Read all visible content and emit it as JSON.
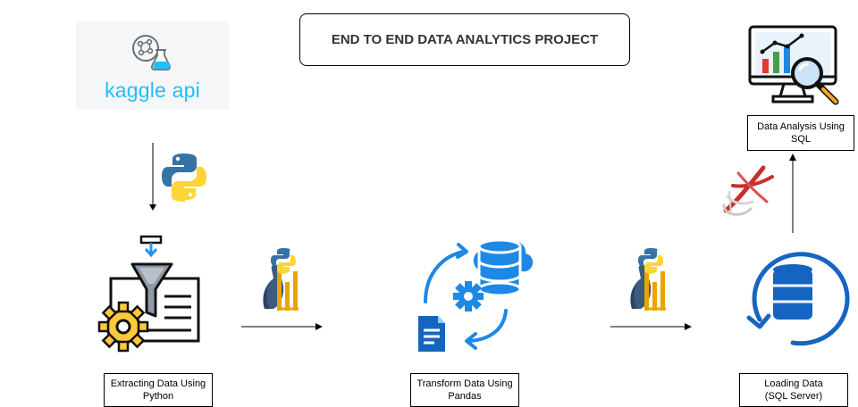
{
  "title": "END TO END DATA ANALYTICS PROJECT",
  "kaggle": {
    "text": "kaggle api"
  },
  "steps": {
    "extract": "Extracting Data Using\nPython",
    "transform": "Transform Data Using\nPandas",
    "load": "Loading Data\n(SQL Server)",
    "analysis": "Data Analysis Using\nSQL"
  },
  "icons": {
    "kaggle": "kaggle-logo-icon",
    "python": "python-logo-icon",
    "pandas": "pandas-logo-icon",
    "extract": "funnel-gear-document-icon",
    "transform": "database-cloud-cycle-icon",
    "load": "database-refresh-icon",
    "sqlserver": "sql-server-logo-icon",
    "analysis": "monitor-chart-magnifier-icon"
  },
  "colors": {
    "kaggle_blue": "#20beff",
    "python_blue": "#3673a5",
    "python_yellow": "#ffd43b",
    "pandas_navy": "#150458",
    "pandas_yellow": "#ffca00",
    "flow_blue": "#1e88e5",
    "load_blue": "#1565c0",
    "sql_red": "#c8302c"
  }
}
